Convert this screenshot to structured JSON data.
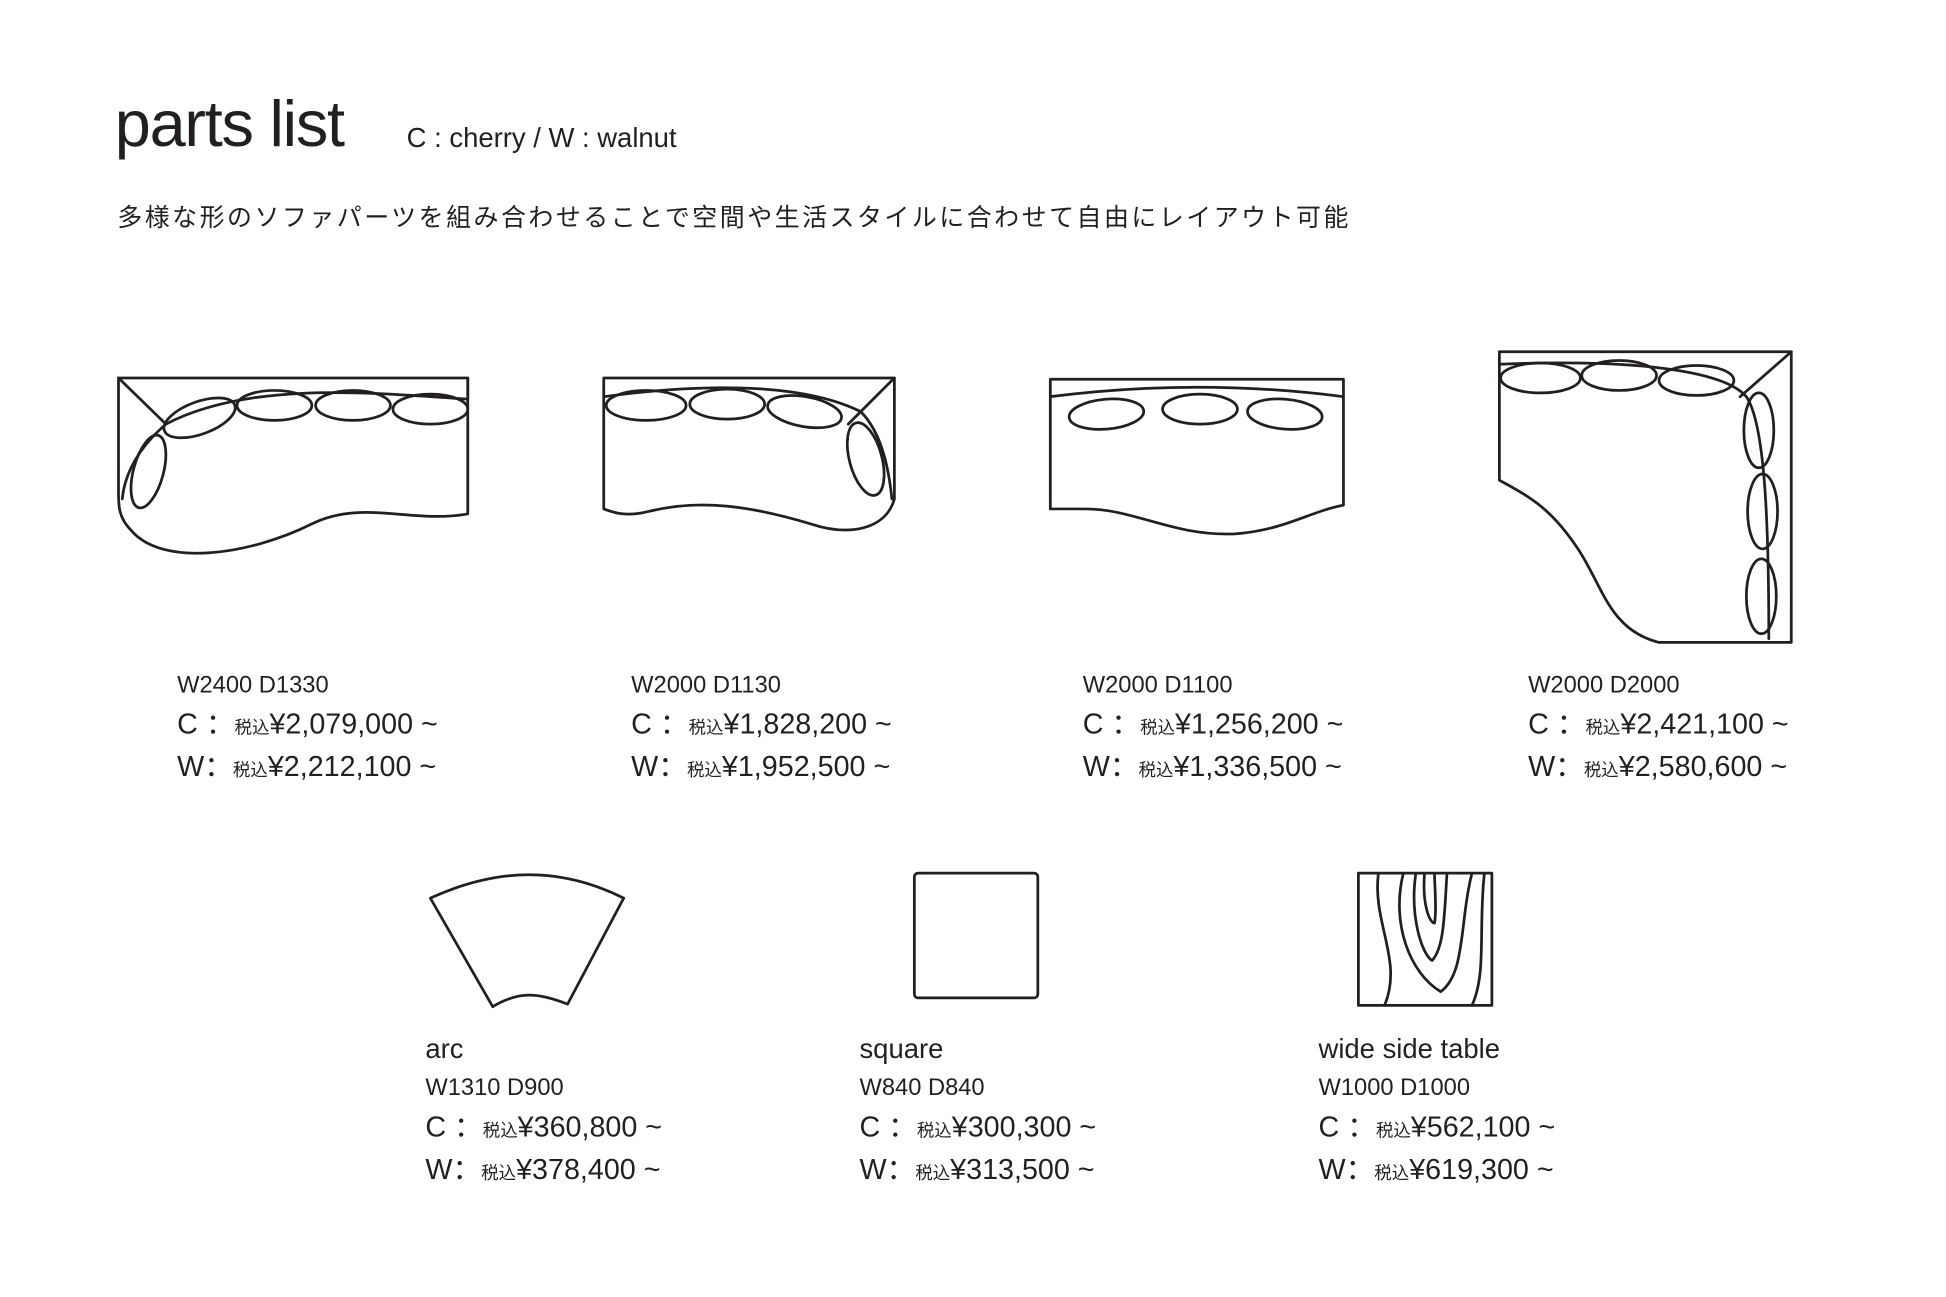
{
  "header": {
    "title": "parts list",
    "legend": "C : cherry / W : walnut",
    "subtitle": "多様な形のソファパーツを組み合わせることで空間や生活スタイルに合わせて自由にレイアウト可能"
  },
  "tax_label": "税込",
  "items": [
    {
      "dims": "W2400 D1330",
      "c_prefix": "C ：",
      "c_price": "¥2,079,000 ~",
      "w_prefix": "W：",
      "w_price": "¥2,212,100 ~"
    },
    {
      "dims": "W2000 D1130",
      "c_prefix": "C ：",
      "c_price": "¥1,828,200 ~",
      "w_prefix": "W：",
      "w_price": "¥1,952,500 ~"
    },
    {
      "dims": "W2000 D1100",
      "c_prefix": "C ：",
      "c_price": "¥1,256,200 ~",
      "w_prefix": "W：",
      "w_price": "¥1,336,500 ~"
    },
    {
      "dims": "W2000 D2000",
      "c_prefix": "C ：",
      "c_price": "¥2,421,100 ~",
      "w_prefix": "W：",
      "w_price": "¥2,580,600 ~"
    },
    {
      "name": "arc",
      "dims": "W1310 D900",
      "c_prefix": "C ：",
      "c_price": "¥360,800 ~",
      "w_prefix": "W：",
      "w_price": "¥378,400 ~"
    },
    {
      "name": "square",
      "dims": "W840 D840",
      "c_prefix": "C ：",
      "c_price": "¥300,300 ~",
      "w_prefix": "W：",
      "w_price": "¥313,500 ~"
    },
    {
      "name": "wide side table",
      "dims": "W1000 D1000",
      "c_prefix": "C ：",
      "c_price": "¥562,100 ~",
      "w_prefix": "W：",
      "w_price": "¥619,300 ~"
    }
  ]
}
